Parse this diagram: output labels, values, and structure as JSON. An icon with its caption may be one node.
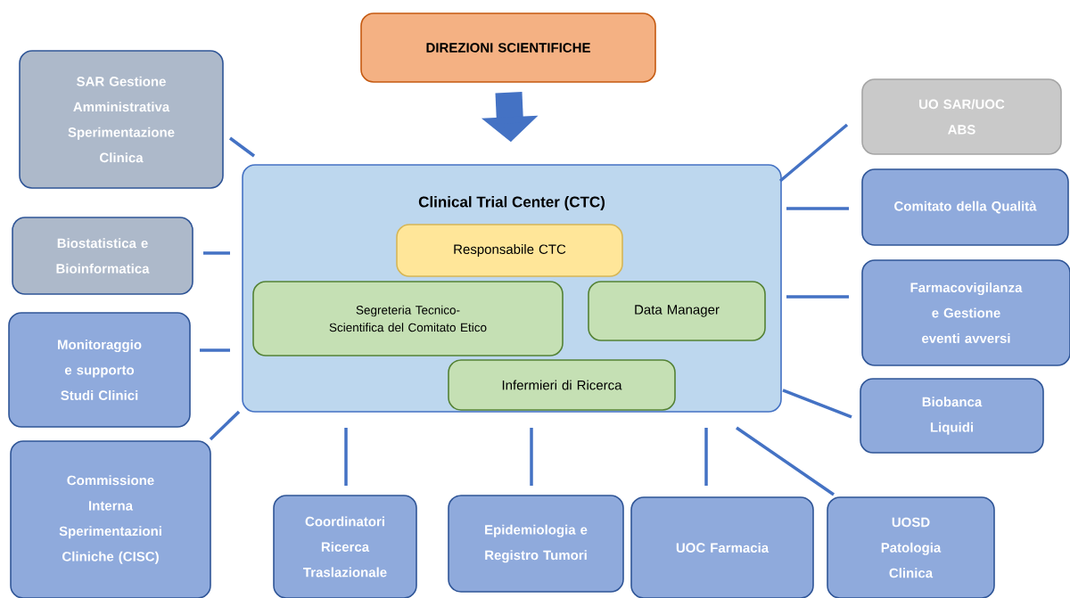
{
  "diagram": {
    "nodes": [
      {
        "text": [
          "DIREZIONI SCIENTIFICHE"
        ]
      },
      {
        "text": [
          "SAR Gestione Amministrativa Sperimentazione Clinica"
        ]
      },
      {
        "text": [
          "UO SAR/UOC ABS"
        ]
      },
      {
        "text": [
          "Clinical Trial Center (CTC)"
        ]
      },
      {
        "text": [
          "Responsabile CTC"
        ],
        "in": 3
      },
      {
        "text": [
          "Segreteria Tecnico-Scientifica del Comitato Etico"
        ],
        "in": 3
      },
      {
        "text": [
          "Data Manager"
        ],
        "in": 3
      },
      {
        "text": [
          "Infermieri di Ricerca"
        ],
        "in": 3
      },
      {
        "text": [
          "Comitato della Qualità"
        ]
      },
      {
        "text": [
          "Biostatistica e Bioinformatica"
        ]
      },
      {
        "text": [
          "Farmacovigilanza e Gestione eventi avversi"
        ]
      },
      {
        "text": [
          "Monitoraggio e supporto Studi Clinici"
        ]
      },
      {
        "text": [
          "Biobanca Liquidi"
        ]
      },
      {
        "text": [
          "Commissione Interna Sperimentazioni Cliniche (CISC)"
        ]
      },
      {
        "text": [
          "Coordinatori Ricerca Traslazionale"
        ]
      },
      {
        "text": [
          "Epidemiologia e Registro Tumori"
        ]
      },
      {
        "text": [
          "UOC Farmacia"
        ]
      },
      {
        "text": [
          "UOSD Patologia Clinica"
        ]
      }
    ],
    "edges": [
      {
        "from": 0,
        "to": 3,
        "arrow": "to",
        "style": "thick"
      },
      {
        "from": 1,
        "to": 3,
        "arrow": "none"
      },
      {
        "from": 9,
        "to": 3,
        "arrow": "none"
      },
      {
        "from": 11,
        "to": 3,
        "arrow": "none"
      },
      {
        "from": 13,
        "to": 3,
        "arrow": "none"
      },
      {
        "from": 3,
        "to": 14,
        "arrow": "none"
      },
      {
        "from": 3,
        "to": 15,
        "arrow": "none"
      },
      {
        "from": 3,
        "to": 16,
        "arrow": "none"
      },
      {
        "from": 3,
        "to": 17,
        "arrow": "none"
      },
      {
        "from": 3,
        "to": 2,
        "arrow": "none"
      },
      {
        "from": 3,
        "to": 8,
        "arrow": "none"
      },
      {
        "from": 3,
        "to": 10,
        "arrow": "none"
      },
      {
        "from": 3,
        "to": 12,
        "arrow": "none"
      }
    ]
  }
}
